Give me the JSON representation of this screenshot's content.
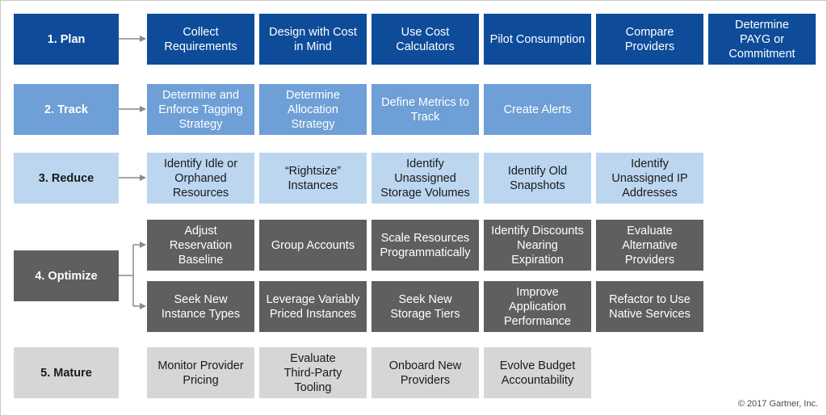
{
  "colors": {
    "plan": "#0e4c9a",
    "track": "#6e9fd6",
    "reduce": "#bcd6f0",
    "optimize": "#5f5f5f",
    "mature": "#d6d6d6",
    "connector": "#8a8a8a"
  },
  "stages": {
    "plan": "1. Plan",
    "track": "2. Track",
    "reduce": "3. Reduce",
    "optimize": "4. Optimize",
    "mature": "5. Mature"
  },
  "plan_steps": [
    "Collect\nRequirements",
    "Design with Cost\nin Mind",
    "Use Cost\nCalculators",
    "Pilot Consumption",
    "Compare\nProviders",
    "Determine\nPAYG or\nCommitment"
  ],
  "track_steps": [
    "Determine and\nEnforce Tagging\nStrategy",
    "Determine\nAllocation\nStrategy",
    "Define Metrics to\nTrack",
    "Create Alerts"
  ],
  "reduce_steps": [
    "Identify Idle or\nOrphaned\nResources",
    "“Rightsize”\nInstances",
    "Identify\nUnassigned\nStorage Volumes",
    "Identify Old\nSnapshots",
    "Identify\nUnassigned IP\nAddresses"
  ],
  "optimize_steps_row1": [
    "Adjust\nReservation\nBaseline",
    "Group Accounts",
    "Scale Resources\nProgrammatically",
    "Identify Discounts\nNearing\nExpiration",
    "Evaluate\nAlternative\nProviders"
  ],
  "optimize_steps_row2": [
    "Seek New\nInstance Types",
    "Leverage Variably\nPriced Instances",
    "Seek New\nStorage Tiers",
    "Improve\nApplication\nPerformance",
    "Refactor to Use\nNative Services"
  ],
  "mature_steps": [
    "Monitor Provider\nPricing",
    "Evaluate\nThird-Party\nTooling",
    "Onboard New\nProviders",
    "Evolve Budget\nAccountability"
  ],
  "copyright": "© 2017 Gartner, Inc."
}
